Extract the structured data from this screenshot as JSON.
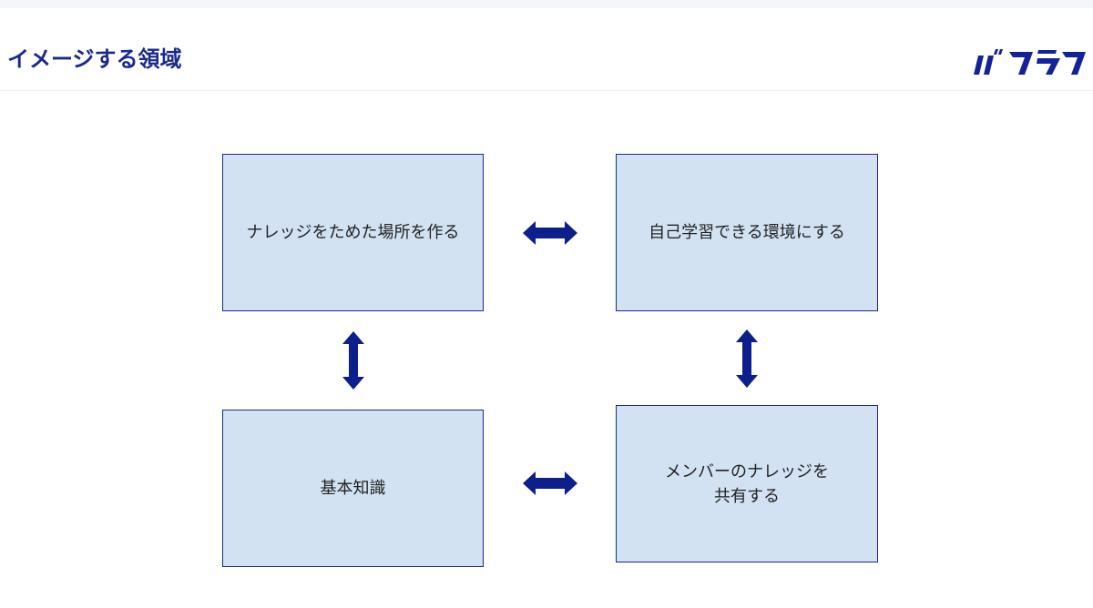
{
  "header": {
    "title": "イメージする領域",
    "logo_text": "バクラク"
  },
  "diagram": {
    "boxes": {
      "top_left": "ナレッジをためた場所を作る",
      "top_right": "自己学習できる環境にする",
      "bottom_left": "基本知識",
      "bottom_right": "メンバーのナレッジを\n共有する"
    },
    "arrow_style": "double-headed",
    "colors": {
      "box_fill": "#d2e2f3",
      "box_border": "#1a2a8c",
      "arrow": "#0d1f8a",
      "title": "#1a2a8c"
    }
  }
}
